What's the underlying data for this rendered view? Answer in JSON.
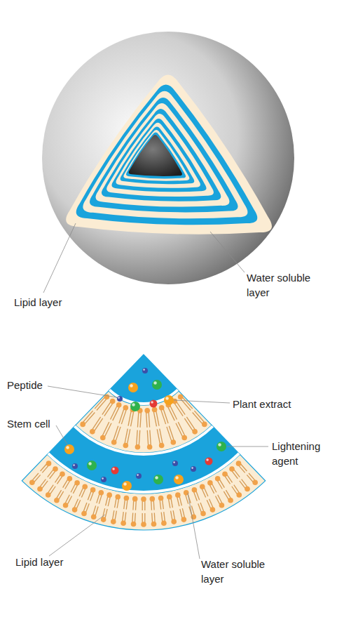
{
  "diagram": {
    "labels": [
      "Lipid layer",
      "Water soluble layer",
      "Peptide",
      "Plant extract",
      "Stem cell",
      "Lightening agent",
      "Lipid layer",
      "Water soluble layer"
    ]
  }
}
